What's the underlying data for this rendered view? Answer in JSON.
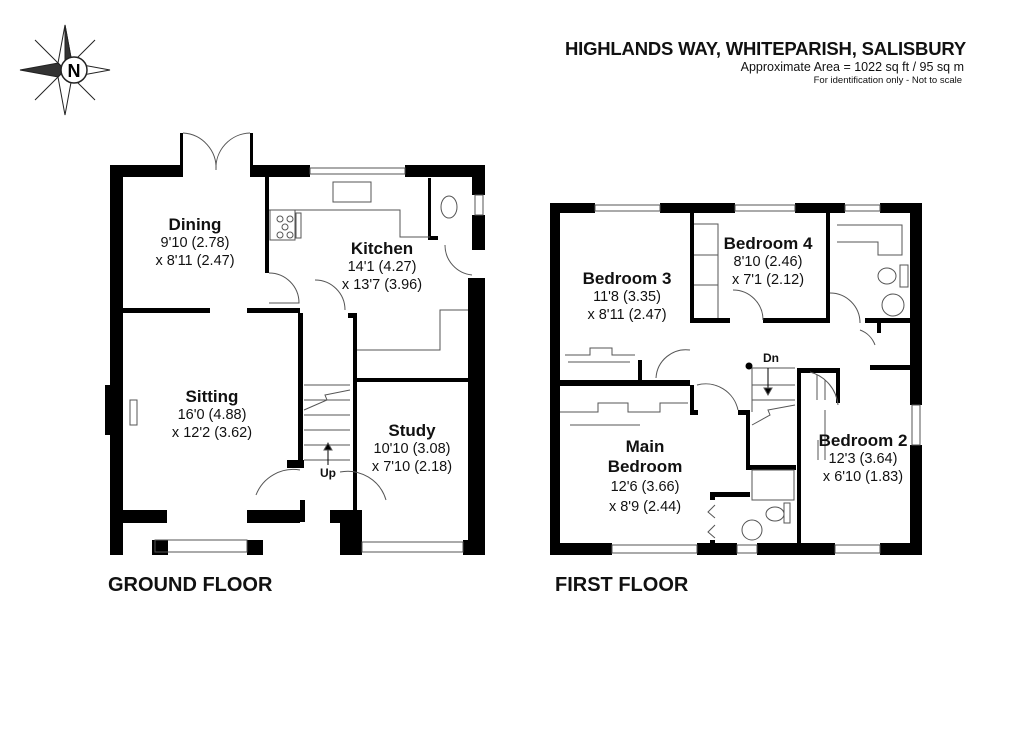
{
  "header": {
    "title": "HIGHLANDS WAY, WHITEPARISH, SALISBURY",
    "area": "Approximate Area = 1022 sq ft / 95 sq m",
    "note": "For identification only - Not to scale"
  },
  "compass": {
    "label": "N",
    "icon": "compass-icon"
  },
  "ground_floor": {
    "label": "GROUND FLOOR",
    "stairs_label": "Up",
    "rooms": [
      {
        "name": "Dining",
        "dim1": "9'10 (2.78)",
        "dim2": "x 8'11 (2.47)"
      },
      {
        "name": "Kitchen",
        "dim1": "14'1 (4.27)",
        "dim2": "x 13'7 (3.96)"
      },
      {
        "name": "Sitting",
        "dim1": "16'0 (4.88)",
        "dim2": "x 12'2 (3.62)"
      },
      {
        "name": "Study",
        "dim1": "10'10 (3.08)",
        "dim2": "x 7'10 (2.18)"
      }
    ]
  },
  "first_floor": {
    "label": "FIRST FLOOR",
    "stairs_label": "Dn",
    "rooms": [
      {
        "name": "Bedroom 3",
        "dim1": "11'8 (3.35)",
        "dim2": "x 8'11 (2.47)"
      },
      {
        "name": "Bedroom 4",
        "dim1": "8'10 (2.46)",
        "dim2": "x 7'1 (2.12)"
      },
      {
        "name": "Main",
        "name2": "Bedroom",
        "dim1": "12'6 (3.66)",
        "dim2": "x 8'9 (2.44)"
      },
      {
        "name": "Bedroom 2",
        "dim1": "12'3 (3.64)",
        "dim2": "x 6'10 (1.83)"
      }
    ]
  }
}
